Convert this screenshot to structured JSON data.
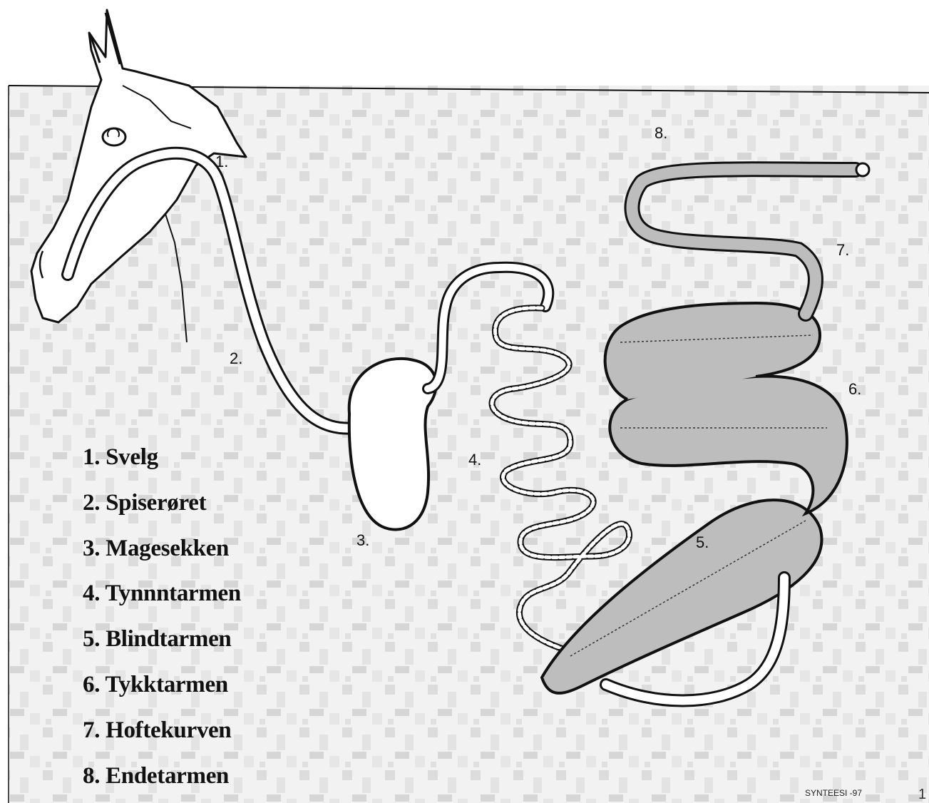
{
  "callouts": [
    "1.",
    "2.",
    "3.",
    "4.",
    "5.",
    "6.",
    "7.",
    "8."
  ],
  "legend": [
    "1. Svelg",
    "2. Spiserøret",
    "3. Magesekken",
    "4. Tynnntarmen",
    "5. Blindtarmen",
    "6. Tykktarmen",
    "7. Hoftekurven",
    "8. Endetarmen"
  ],
  "credit": "SYNTEESI -97",
  "page_number": "1",
  "colors": {
    "ink": "#111111",
    "organ_fill": "#bdbdbd",
    "background_pattern": "#d9d9d9",
    "paper": "#ffffff"
  }
}
